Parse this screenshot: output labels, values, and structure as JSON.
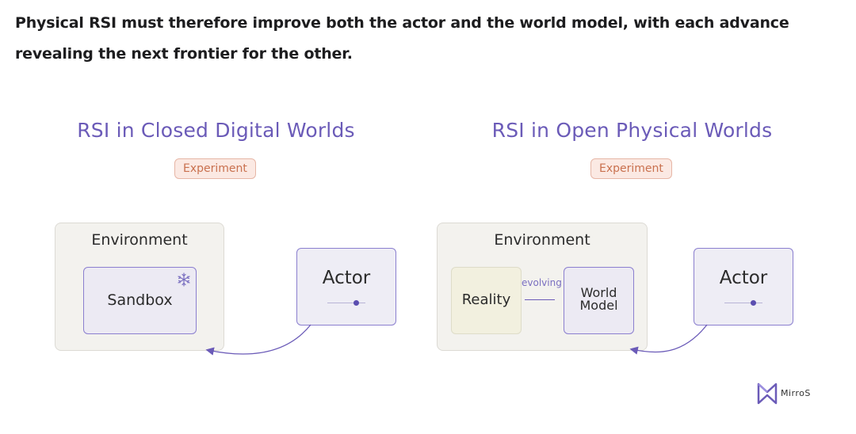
{
  "intro_text": "Physical RSI must therefore improve both the actor and the world model, with each advance revealing the next frontier for the other.",
  "left_panel": {
    "title": "RSI in Closed Digital Worlds",
    "badge": "Experiment",
    "environment_label": "Environment",
    "sandbox_label": "Sandbox",
    "sandbox_icon": "snowflake-icon",
    "actor_label": "Actor"
  },
  "right_panel": {
    "title": "RSI in Open Physical Worlds",
    "badge": "Experiment",
    "environment_label": "Environment",
    "reality_label": "Reality",
    "evolving_label": "evolving",
    "world_model_line1": "World",
    "world_model_line2": "Model",
    "actor_label": "Actor"
  },
  "logo": {
    "text": "MirroS",
    "icon": "mirros-logo-icon"
  },
  "colors": {
    "accent_purple": "#6b5bb8",
    "badge_text": "#c9714f",
    "badge_bg": "#fbe9e3",
    "environment_bg": "#f3f2ee",
    "reality_bg": "#f2f0df"
  }
}
